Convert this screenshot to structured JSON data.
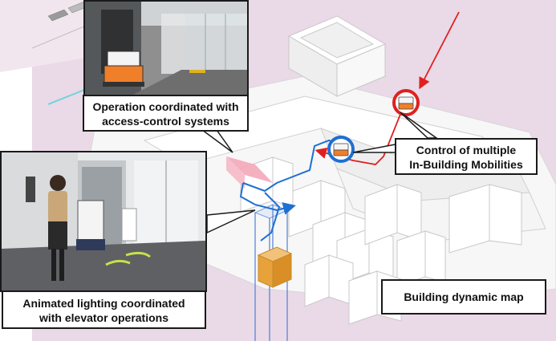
{
  "labels": {
    "access_control_line1": "Operation coordinated with",
    "access_control_line2": "access-control systems",
    "control_line1": "Control of multiple",
    "control_line2": "In-Building Mobilities",
    "lighting_line1": "Animated lighting coordinated",
    "lighting_line2": "with elevator operations",
    "map_title": "Building dynamic map"
  },
  "colors": {
    "background_pink": "#ead9e6",
    "route_blue": "#1f6fd1",
    "route_red": "#e02020",
    "highlight_pink": "#f4a7b9",
    "elevator_orange": "#e8a23c"
  },
  "photos": {
    "top_photo": "office-corridor-robot-photo",
    "left_photo": "elevator-hall-robot-photo"
  }
}
